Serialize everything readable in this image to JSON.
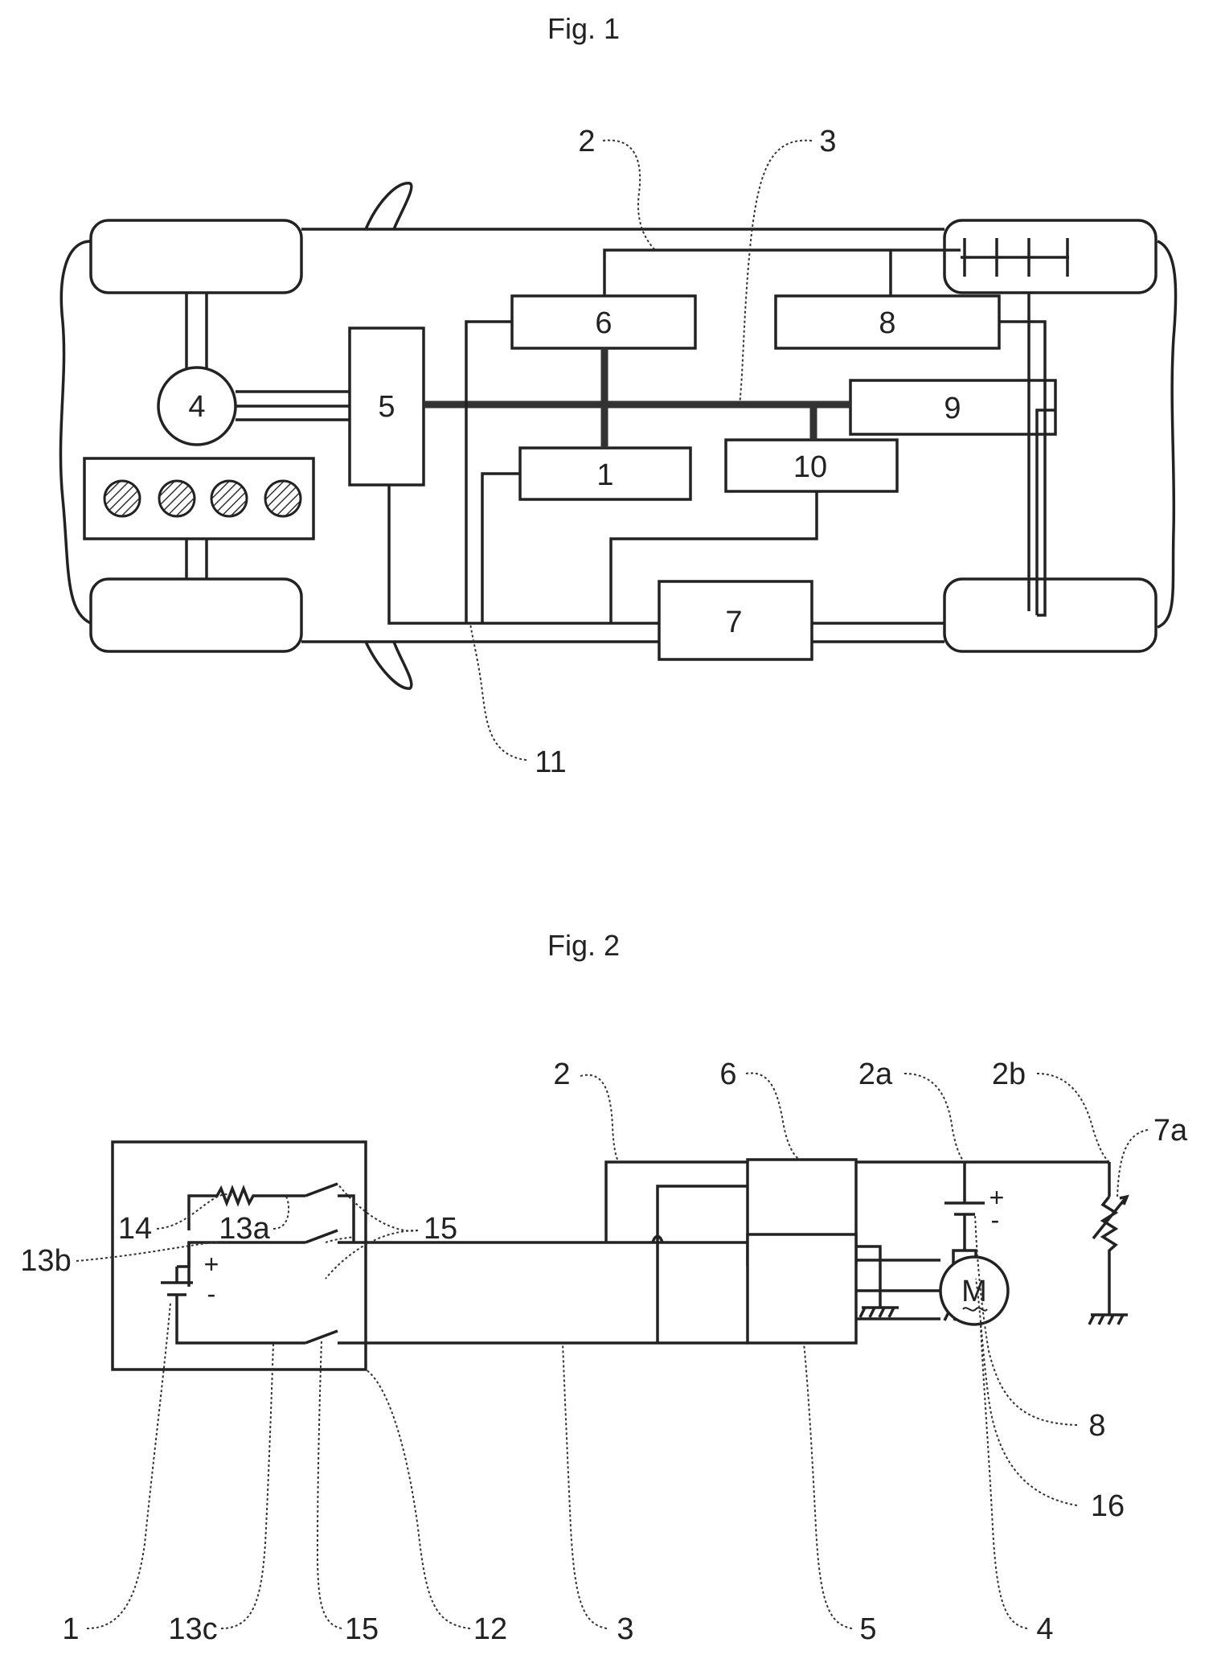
{
  "figures": [
    {
      "title": "Fig. 1",
      "blocks": [
        {
          "id": "blk-4",
          "label": "4"
        },
        {
          "id": "blk-5",
          "label": "5"
        },
        {
          "id": "blk-6",
          "label": "6"
        },
        {
          "id": "blk-8",
          "label": "8"
        },
        {
          "id": "blk-9",
          "label": "9"
        },
        {
          "id": "blk-1",
          "label": "1"
        },
        {
          "id": "blk-10",
          "label": "10"
        },
        {
          "id": "blk-7",
          "label": "7"
        }
      ],
      "reference_labels": {
        "r2": "2",
        "r3": "3",
        "r11": "11"
      }
    },
    {
      "title": "Fig. 2",
      "reference_labels": {
        "r2": "2",
        "r6": "6",
        "r2a": "2a",
        "r2b": "2b",
        "r7a": "7a",
        "r14": "14",
        "r13a": "13a",
        "r15a": "15",
        "r13b": "13b",
        "r8": "8",
        "r16": "16",
        "r1": "1",
        "r13c": "13c",
        "r15b": "15",
        "r12": "12",
        "r3": "3",
        "r5": "5",
        "r4": "4"
      },
      "polarity": {
        "plus": "+",
        "minus": "-"
      },
      "motor_label": "M"
    }
  ]
}
